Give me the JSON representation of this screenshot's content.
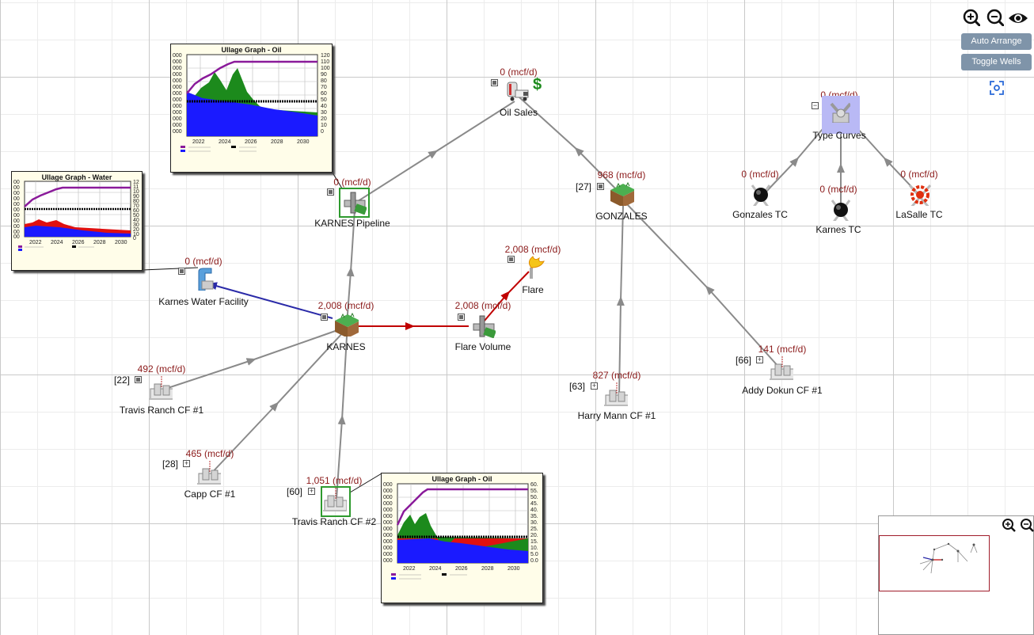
{
  "toolbar": {
    "zoom_in_icon": "zoom-in-icon",
    "zoom_out_icon": "zoom-out-icon",
    "eye_icon": "eye-icon",
    "auto_arrange_label": "Auto Arrange",
    "toggle_wells_label": "Toggle Wells",
    "focus_icon": "focus-icon"
  },
  "nodes": {
    "oil_sales": {
      "flow": "0 (mcf/d)",
      "label": "Oil Sales",
      "dollar": "$"
    },
    "karnes_pipeline": {
      "flow": "0 (mcf/d)",
      "label": "KARNES Pipeline"
    },
    "gonzales": {
      "flow": "968 (mcf/d)",
      "label": "GONZALES",
      "count": "[27]"
    },
    "type_curves": {
      "flow": "0 (mcf/d)",
      "label": "Type Curves",
      "toggle": "−"
    },
    "gonzales_tc": {
      "flow": "0 (mcf/d)",
      "label": "Gonzales TC"
    },
    "karnes_tc": {
      "flow": "0 (mcf/d)",
      "label": "Karnes TC"
    },
    "lasalle_tc": {
      "flow": "0 (mcf/d)",
      "label": "LaSalle TC"
    },
    "karnes_water": {
      "flow": "0 (mcf/d)",
      "label": "Karnes Water Facility"
    },
    "flare": {
      "flow": "2,008 (mcf/d)",
      "label": "Flare"
    },
    "karnes": {
      "flow": "2,008 (mcf/d)",
      "label": "KARNES"
    },
    "flare_volume": {
      "flow": "2,008 (mcf/d)",
      "label": "Flare Volume"
    },
    "travis_ranch_1": {
      "flow": "492 (mcf/d)",
      "label": "Travis Ranch CF #1",
      "count": "[22]"
    },
    "capp_1": {
      "flow": "465 (mcf/d)",
      "label": "Capp CF #1",
      "count": "[28]",
      "toggle": "+"
    },
    "travis_ranch_2": {
      "flow": "1,051 (mcf/d)",
      "label": "Travis Ranch CF #2",
      "count": "[60]",
      "toggle": "+"
    },
    "harry_mann_1": {
      "flow": "827 (mcf/d)",
      "label": "Harry Mann CF #1",
      "count": "[63]",
      "toggle": "+"
    },
    "addy_dokun_1": {
      "flow": "141 (mcf/d)",
      "label": "Addy Dokun CF #1",
      "count": "[66]",
      "toggle": "+"
    }
  },
  "graphs": {
    "oil_top": {
      "title": "Ullage Graph - Oil",
      "x_ticks": [
        "2022",
        "2024",
        "2026",
        "2028",
        "2030"
      ],
      "y_left": [
        "000",
        "000",
        "000",
        "000",
        "000",
        "000",
        "000",
        "000",
        "000",
        "000",
        "000",
        "000",
        "000"
      ],
      "y_right": [
        "120",
        "110",
        "100",
        "90",
        "80",
        "70",
        "60",
        "50",
        "40",
        "30",
        "20",
        "10",
        "0"
      ]
    },
    "water": {
      "title": "Ullage Graph - Water",
      "x_ticks": [
        "2022",
        "2024",
        "2026",
        "2028",
        "2030"
      ],
      "y_left": [
        "00",
        "00",
        "00",
        "00",
        "00",
        "00",
        "00",
        "00",
        "00",
        "00",
        "00"
      ],
      "y_right": [
        "12",
        "11",
        "10",
        "90",
        "80",
        "70",
        "60",
        "50",
        "40",
        "30",
        "20",
        "10",
        "0"
      ]
    },
    "oil_bottom": {
      "title": "Ullage Graph - Oil",
      "x_ticks": [
        "2022",
        "2024",
        "2026",
        "2028",
        "2030"
      ],
      "y_left": [
        "000",
        "000",
        "000",
        "000",
        "000",
        "000",
        "000",
        "000",
        "000",
        "000",
        "000",
        "000",
        "000"
      ],
      "y_right": [
        "60.",
        "55.",
        "50.",
        "45.",
        "40.",
        "35.",
        "30.",
        "25.",
        "20.",
        "15.",
        "10.",
        "5.0",
        "0.0"
      ]
    }
  },
  "colors": {
    "edge_gray": "#8a8a8a",
    "edge_red": "#c00000",
    "edge_blue": "#2a2aa8",
    "flow_text": "#8b1a1a",
    "button_bg": "#7f94a9",
    "oil_green": "#1c8a1c",
    "area_blue": "#1a1aff",
    "ullage_purple": "#8a1a9a"
  },
  "minimap": {
    "zoom_in_icon": "zoom-in-icon",
    "zoom_out_icon": "zoom-out-icon"
  }
}
